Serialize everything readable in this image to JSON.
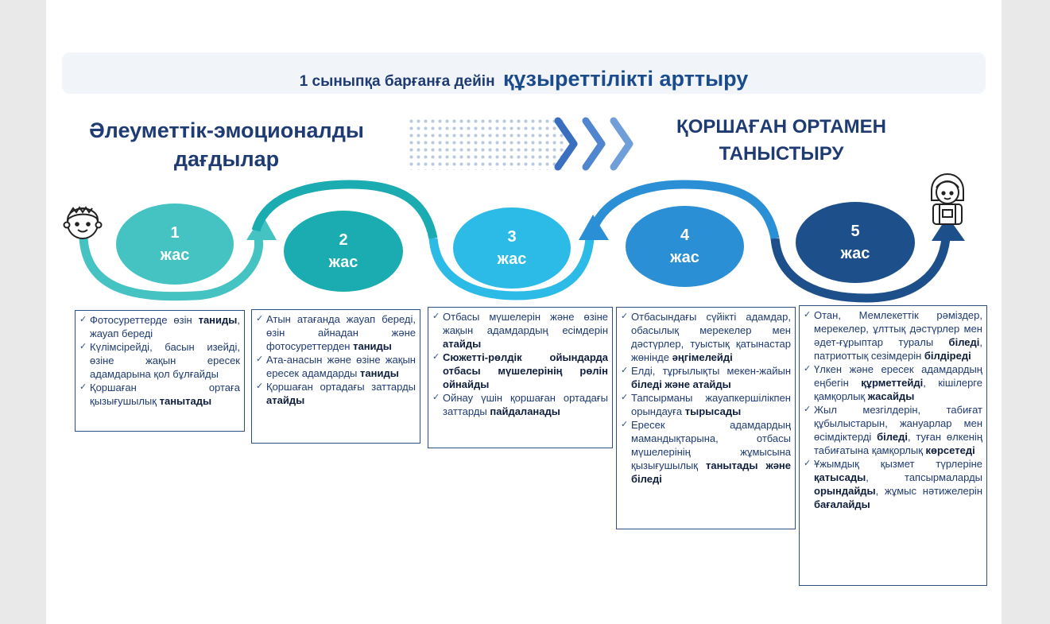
{
  "banner": {
    "prefix": "1 сыныпқа барғанға дейін",
    "main": "құзыреттілікті арттыру"
  },
  "heading_left": {
    "line1": "Әлеуметтік-эмоционалды",
    "line2": "дағдылар"
  },
  "heading_right": {
    "line1": "ҚОРШАҒАН ОРТАМЕН",
    "line2": "ТАНЫСТЫРУ"
  },
  "colors": {
    "c1": "#45c3c3",
    "c2": "#1aacb0",
    "c3": "#2bbbe6",
    "c4": "#2b8fd6",
    "c5": "#1d4f8a",
    "text": "#1f3b73"
  },
  "ages": [
    {
      "num": "1",
      "word": "жас"
    },
    {
      "num": "2",
      "word": "жас"
    },
    {
      "num": "3",
      "word": "жас"
    },
    {
      "num": "4",
      "word": "жас"
    },
    {
      "num": "5",
      "word": "жас"
    }
  ],
  "icons": {
    "left": "boy-face-icon",
    "right": "schoolkid-icon",
    "arrows": "chevron-right-icon"
  },
  "col1": {
    "i1": {
      "a": "Фотосуреттерде өзін ",
      "b": "таниды",
      "c": ", жауап береді"
    },
    "i2": {
      "a": "Күлімсірейді, басын изейді, өзіне жақын ересек адамдарына қол бұлғайды"
    },
    "i3": {
      "a": "Қоршаған ортаға қызығушылық ",
      "b": "танытады"
    }
  },
  "col2": {
    "i1": {
      "a": "Атын атағанда жауап береді, өзін айнадан және фотосуреттерден ",
      "b": "таниды"
    },
    "i2": {
      "a": "Ата-анасын және өзіне жақын ересек адамдарды ",
      "b": "таниды"
    },
    "i3": {
      "a": "Қоршаған ортадағы заттарды ",
      "b": "атайды"
    }
  },
  "col3": {
    "i1": {
      "a": "Отбасы мүшелерін және өзіне жақын адамдардың есімдерін ",
      "b": "атайды"
    },
    "i2": {
      "a": "Сюжетті-рөлдік ойындарда отбасы мүшелерінің рөлін ",
      "b": "ойнайды"
    },
    "i3": {
      "a": "Ойнау үшін қоршаған ортадағы заттарды ",
      "b": "пайдаланады"
    }
  },
  "col4": {
    "i1": {
      "a": "Отбасындағы сүйікті адамдар, обасылық мерекелер мен дәстүрлер, туыстық қатынастар жөнінде ",
      "b": "әңгімелейді"
    },
    "i2": {
      "a": "Елді, тұрғылықты мекен-жайын ",
      "b": "біледі және атайды"
    },
    "i3": {
      "a": "Тапсырманы жауапкершілікпен орындауға ",
      "b": "тырысады"
    },
    "i4": {
      "a": "Ересек адамдардың мамандықтарына, отбасы мүшелерінің жұмысына қызығушылық ",
      "b": "танытады",
      "c": " және біледі"
    }
  },
  "col5": {
    "i1": {
      "a": "Отан, Мемлекеттік рәміздер, мерекелер, ұлттық дәстүрлер мен әдет-ғұрыптар туралы ",
      "b": "біледі",
      "c": ", патриоттық сезімдерін ",
      "d": "білдіреді"
    },
    "i2": {
      "a": "Үлкен және ересек адамдардың еңбегін ",
      "b": "құрметтейді",
      "c": ", кішілерге қамқорлық ",
      "d": "жасайды"
    },
    "i3": {
      "a": "Жыл мезгілдерін, табиғат құбылыстарын, жануарлар мен өсімдіктерді ",
      "b": "біледі",
      "c": ", туған өлкенің табиғатына қамқорлық ",
      "d": "көрсетеді"
    },
    "i4": {
      "a": "Ұжымдық қызмет түрлеріне ",
      "b": "қатысады",
      "c": ", тапсырмаларды ",
      "d": "орындайды",
      "e": ", жұмыс нәтижелерін ",
      "f": "бағалайды"
    }
  }
}
